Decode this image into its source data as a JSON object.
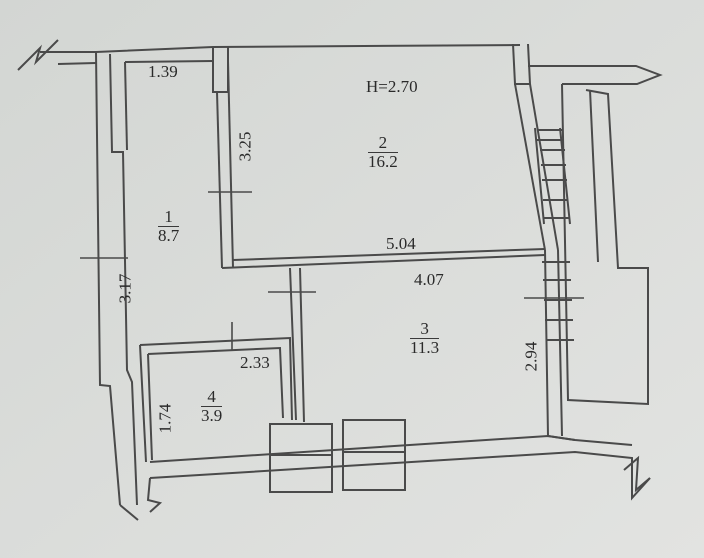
{
  "plan": {
    "ceiling_height": "H=2.70",
    "rooms": [
      {
        "id": "1",
        "number": "1",
        "area": "8.7"
      },
      {
        "id": "2",
        "number": "2",
        "area": "16.2"
      },
      {
        "id": "3",
        "number": "3",
        "area": "11.3"
      },
      {
        "id": "4",
        "number": "4",
        "area": "3.9"
      }
    ],
    "dimensions": {
      "top_left_width": "1.39",
      "room2_left_height": "3.25",
      "room2_bottom_width": "5.04",
      "room3_top_width": "4.07",
      "room1_left_height": "3.17",
      "room4_top_width": "2.33",
      "room4_left_height": "1.74",
      "room3_right_height": "2.94"
    }
  }
}
